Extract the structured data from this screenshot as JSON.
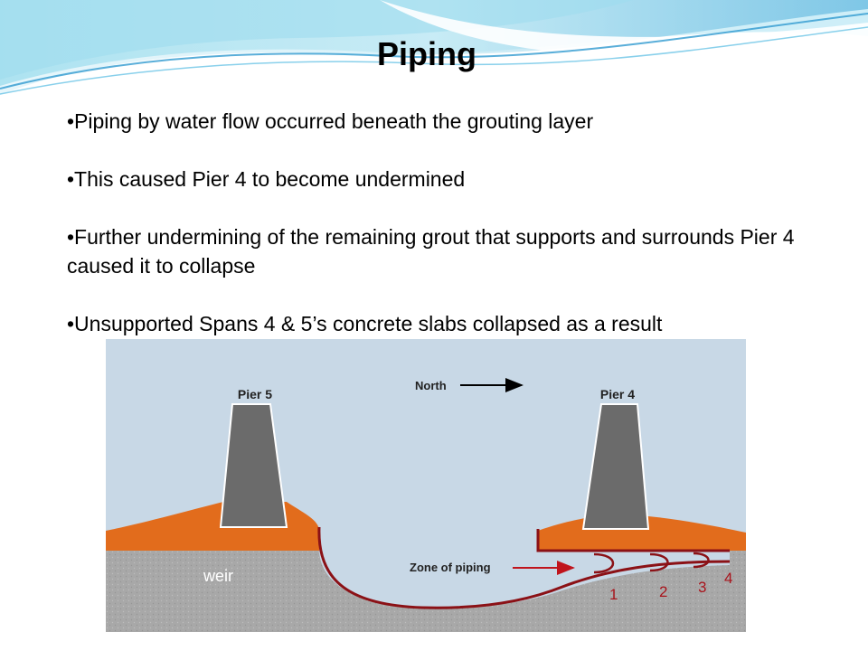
{
  "slide": {
    "title": "Piping",
    "bullets": [
      "•Piping by water flow occurred beneath the grouting layer",
      "•This caused Pier 4 to become undermined",
      "•Further undermining of the remaining grout that supports and surrounds Pier 4 caused it to collapse",
      "•Unsupported Spans 4 & 5’s concrete slabs collapsed as a result"
    ]
  },
  "diagram": {
    "labels": {
      "pier5": "Pier 5",
      "pier4": "Pier 4",
      "north": "North",
      "zone": "Zone of piping",
      "weir": "weir"
    },
    "stages": [
      "1",
      "2",
      "3",
      "4"
    ],
    "colors": {
      "water": "#c8d8e6",
      "grout": "#e26c1c",
      "bedrock": "#a8a8a8",
      "pier": "#6b6b6b",
      "piping_line": "#8b1116"
    }
  }
}
